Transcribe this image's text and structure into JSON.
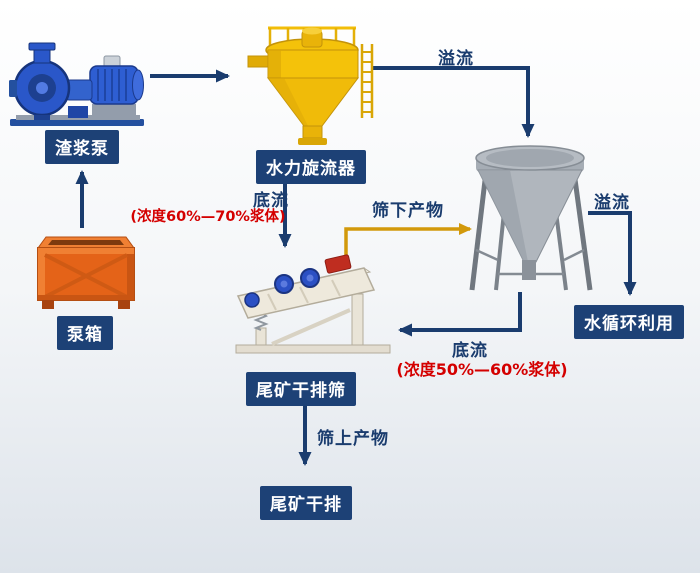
{
  "colors": {
    "arrow": "#1a3c6e",
    "label_background": "#1d4176",
    "label_text": "#ffffff",
    "note_text": "#d40000",
    "product_line": "#d2990b",
    "cyclone_yellow": "#f4c20a",
    "pump_blue": "#2a57c9",
    "box_orange": "#e46318",
    "cone_gray": "#b0b6bd"
  },
  "nodes": {
    "slurry_pump": {
      "label": "渣浆泵"
    },
    "hydrocyclone": {
      "label": "水力旋流器"
    },
    "pump_box": {
      "label": "泵箱"
    },
    "dewatering_screen": {
      "label": "尾矿干排筛"
    },
    "water_recycling": {
      "label": "水循环利用"
    },
    "tailings_dry_discharge": {
      "label": "尾矿干排"
    }
  },
  "flows": {
    "cyclone_overflow": {
      "label": "溢流"
    },
    "cyclone_underflow": {
      "label": "底流",
      "note": "(浓度60%—70%浆体)"
    },
    "cone_overflow": {
      "label": "溢流"
    },
    "cone_underflow": {
      "label": "底流",
      "note": "(浓度50%—60%浆体)"
    },
    "undersize_product": {
      "label": "筛下产物"
    },
    "oversize_product": {
      "label": "筛上产物"
    }
  }
}
